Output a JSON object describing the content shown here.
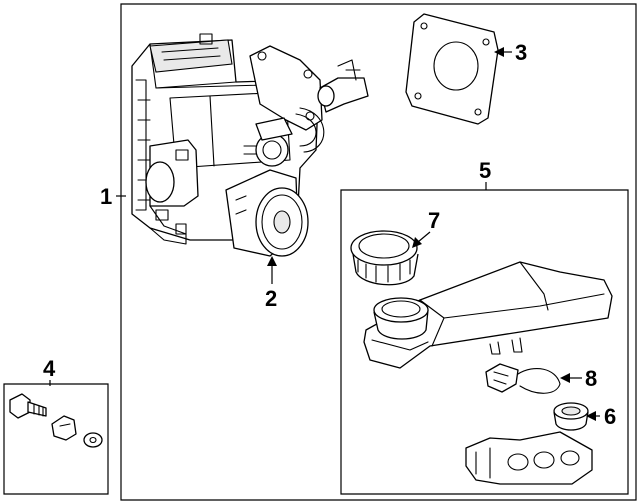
{
  "callouts": {
    "c1": "1",
    "c2": "2",
    "c3": "3",
    "c4": "4",
    "c5": "5",
    "c6": "6",
    "c7": "7",
    "c8": "8"
  },
  "colors": {
    "line": "#000000",
    "background": "#ffffff",
    "shading": "#e9e9e9"
  }
}
